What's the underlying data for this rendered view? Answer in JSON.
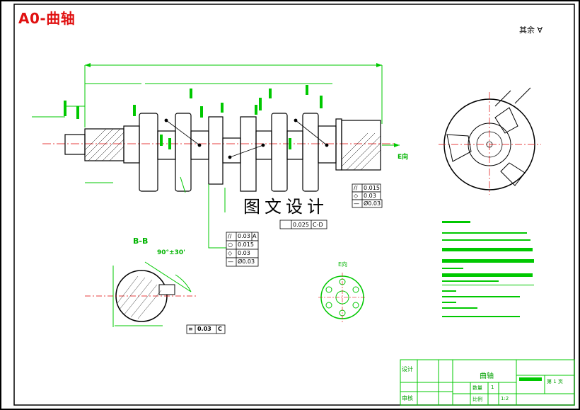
{
  "drawing": {
    "title": "A0-曲轴",
    "roughness_note": "其余",
    "watermark": "图文设计",
    "section_label": "B-B",
    "section_angle": "90°±30'",
    "view_e_label": "E向",
    "view_e_arrow": "E向"
  },
  "tolerance_frames": {
    "center": [
      {
        "symbol": "//",
        "value": "0.03",
        "datum": "A"
      },
      {
        "symbol": "○",
        "value": "0.015",
        "datum": ""
      },
      {
        "symbol": "◇",
        "value": "0.03",
        "datum": ""
      },
      {
        "symbol": "—",
        "value": "Ø0.03",
        "datum": ""
      }
    ],
    "right": [
      {
        "symbol": "//",
        "value": "0.015"
      },
      {
        "symbol": "◇",
        "value": "0.03"
      },
      {
        "symbol": "—",
        "value": "Ø0.03"
      }
    ],
    "cd": {
      "value": "0.025",
      "datum": "C-D"
    },
    "section": {
      "symbol": "≡",
      "value": "0.03",
      "datum": "C"
    }
  },
  "title_block": {
    "part_name": "曲轴",
    "design": "设计",
    "review": "审核",
    "scale_label": "比例",
    "scale": "1:2",
    "quantity_label": "数量",
    "quantity": "1",
    "sheet": "第 1 页"
  },
  "colors": {
    "dimension": "#00c800",
    "outline": "#000000",
    "centerline": "#e00000",
    "title": "#e01010"
  }
}
